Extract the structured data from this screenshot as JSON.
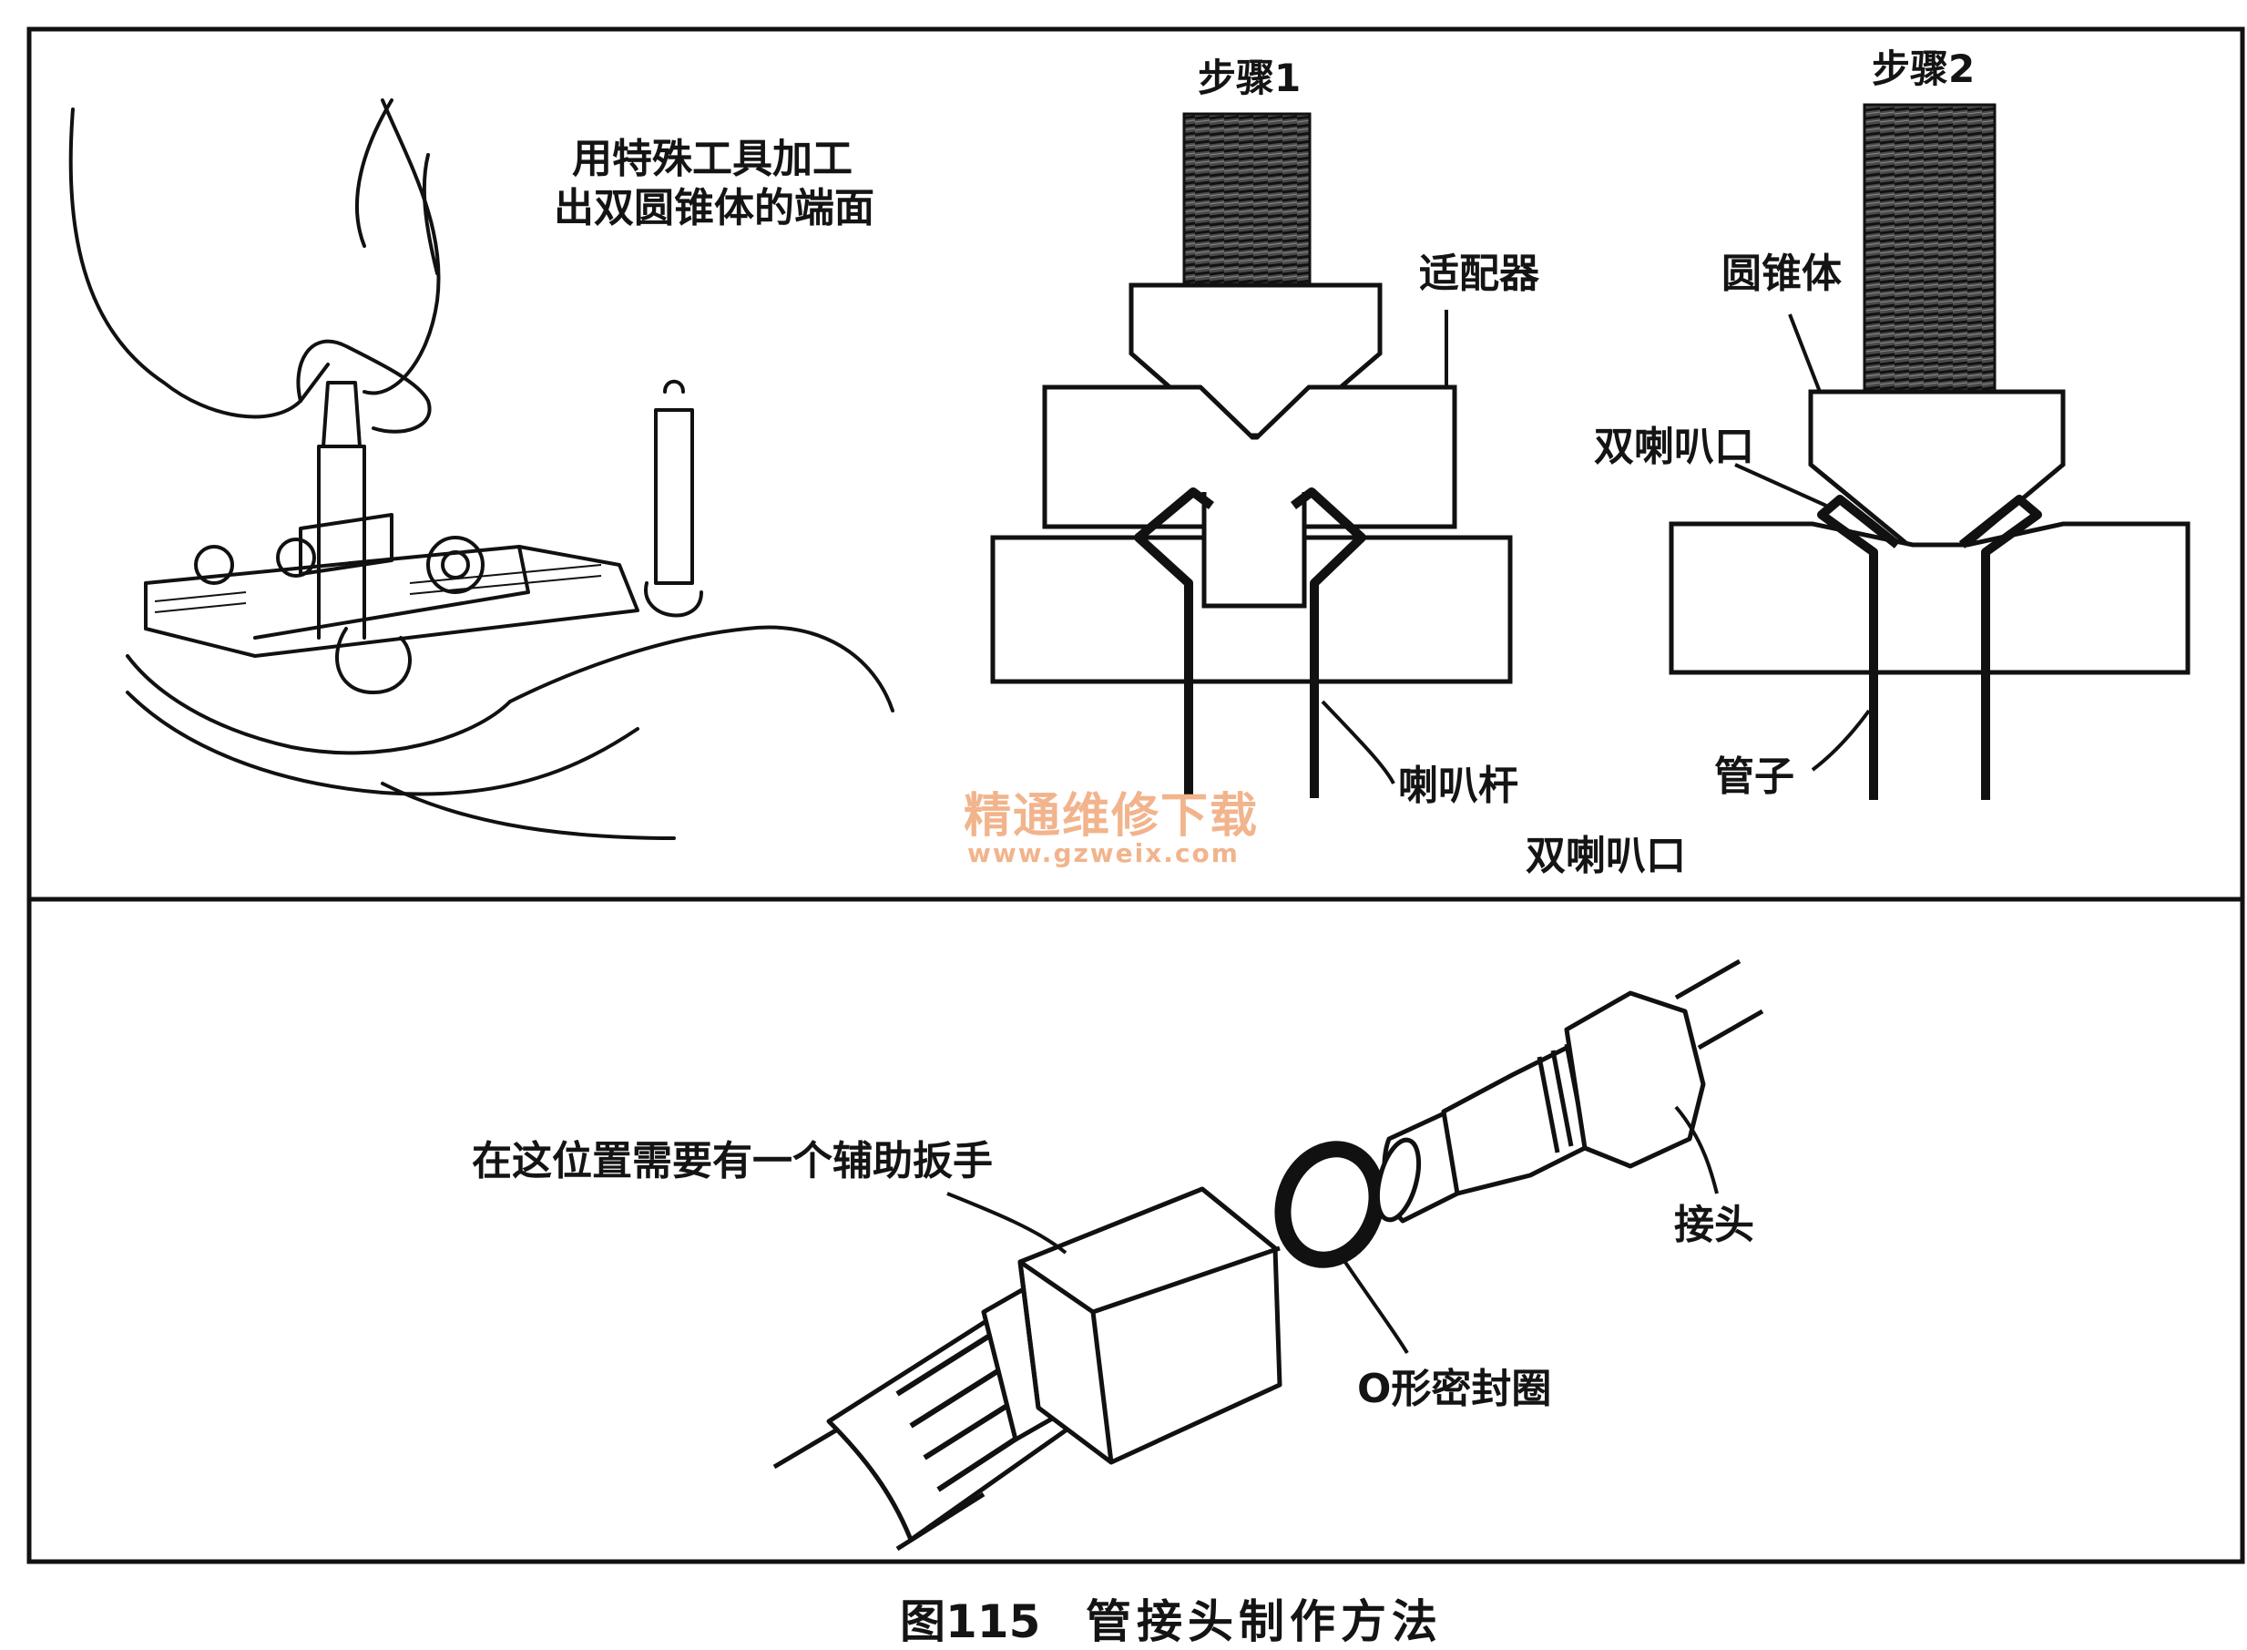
{
  "top_panel": {
    "tool_caption_line1": "用特殊工具加工",
    "tool_caption_line2": "出双圆锥体的端面",
    "step1": {
      "title": "步骤1",
      "adapter_label": "适配器",
      "flare_bar_label": "喇叭杆"
    },
    "step2": {
      "title": "步骤2",
      "cone_label": "圆锥体",
      "double_flare_label": "双喇叭口",
      "pipe_label": "管子"
    },
    "bottom_caption": "双喇叭口"
  },
  "watermark": {
    "line1": "精通维修下载",
    "line2": "www.gzweix.com",
    "color": "#f2b48c"
  },
  "bottom_panel": {
    "wrench_note": "在这位置需要有一个辅助扳手",
    "o_ring_label": "O形密封圈",
    "fitting_label": "接头"
  },
  "figure_caption": {
    "number": "图115",
    "title": "管接头制作方法"
  }
}
